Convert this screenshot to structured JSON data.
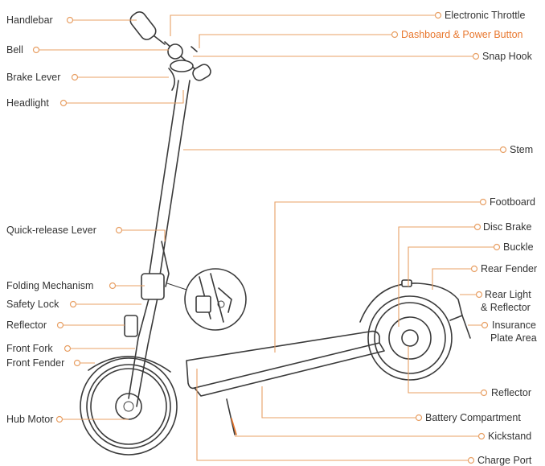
{
  "labels_left": {
    "handlebar": "Handlebar",
    "bell": "Bell",
    "brake_lever": "Brake Lever",
    "headlight": "Headlight",
    "quick_release_lever": "Quick-release Lever",
    "folding_mechanism": "Folding Mechanism",
    "safety_lock": "Safety Lock",
    "reflector": "Reflector",
    "front_fork": "Front Fork",
    "front_fender": "Front Fender",
    "hub_motor": "Hub Motor"
  },
  "labels_right": {
    "electronic_throttle": "Electronic Throttle",
    "dashboard_power_button": "Dashboard & Power Button",
    "snap_hook": "Snap Hook",
    "stem": "Stem",
    "footboard": "Footboard",
    "disc_brake": "Disc Brake",
    "buckle": "Buckle",
    "rear_fender": "Rear Fender",
    "rear_light_line1": "Rear Light",
    "rear_light_line2": "& Reflector",
    "insurance_line1": "Insurance",
    "insurance_line2": "Plate Area",
    "reflector_rear": "Reflector",
    "battery_compartment": "Battery Compartment",
    "kickstand": "Kickstand",
    "charge_port": "Charge Port"
  },
  "colors": {
    "leader": "#e8a065",
    "highlight_text": "#e8772e",
    "text": "#333333",
    "drawing": "#3a3a3a"
  }
}
